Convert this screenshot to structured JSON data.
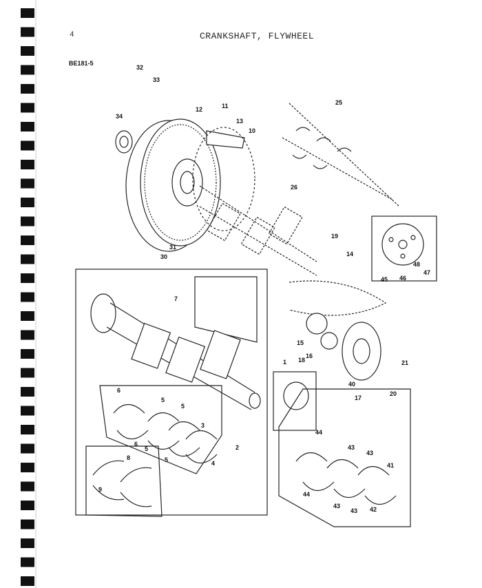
{
  "page": {
    "number": "4",
    "title": "CRANKSHAFT, FLYWHEEL",
    "reference": "BE181-5"
  },
  "callouts": [
    "32",
    "33",
    "11",
    "12",
    "13",
    "10",
    "34",
    "25",
    "26",
    "31",
    "30",
    "19",
    "14",
    "45",
    "46",
    "48",
    "47",
    "7",
    "1",
    "18",
    "15",
    "16",
    "21",
    "17",
    "20",
    "40",
    "6",
    "5",
    "5",
    "3",
    "2",
    "6",
    "5",
    "5",
    "4",
    "8",
    "9",
    "44",
    "43",
    "43",
    "41",
    "44",
    "43",
    "43",
    "42"
  ]
}
